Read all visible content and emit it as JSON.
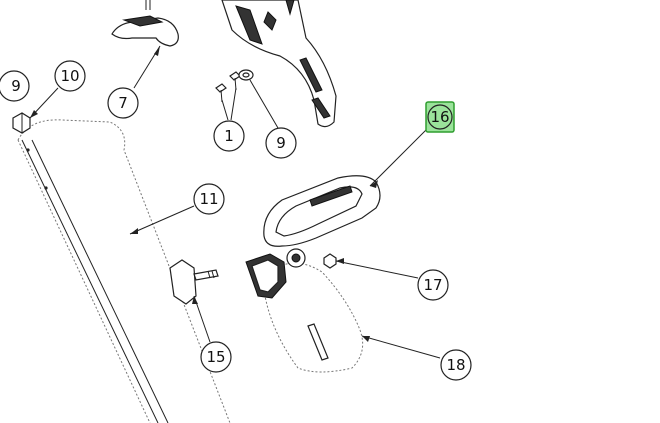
{
  "diagram": {
    "callouts": [
      {
        "id": "c9a",
        "label": "9"
      },
      {
        "id": "c10",
        "label": "10"
      },
      {
        "id": "c7",
        "label": "7"
      },
      {
        "id": "c1",
        "label": "1"
      },
      {
        "id": "c9b",
        "label": "9"
      },
      {
        "id": "c16",
        "label": "16",
        "highlighted": true
      },
      {
        "id": "c11",
        "label": "11"
      },
      {
        "id": "c15",
        "label": "15"
      },
      {
        "id": "c17",
        "label": "17"
      },
      {
        "id": "c18",
        "label": "18"
      }
    ],
    "highlight_color": "#9be39b",
    "line_color": "#222222"
  }
}
